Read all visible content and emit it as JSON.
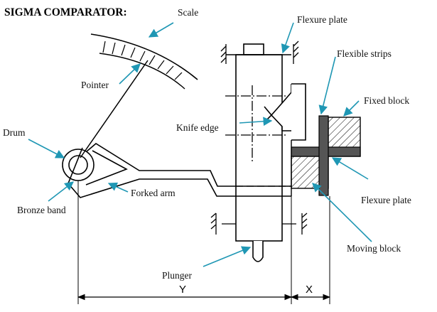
{
  "title": "SIGMA COMPARATOR:",
  "labels": {
    "scale": "Scale",
    "flexure_plate_top": "Flexure plate",
    "flexible_strips": "Flexible strips",
    "pointer": "Pointer",
    "fixed_block": "Fixed block",
    "knife_edge": "Knife edge",
    "drum": "Drum",
    "forked_arm": "Forked arm",
    "flexure_plate_right": "Flexure plate",
    "bronze_band": "Bronze band",
    "moving_block": "Moving block",
    "plunger": "Plunger",
    "dim_y": "Y",
    "dim_x": "X"
  },
  "colors": {
    "line": "#000000",
    "arrow": "#1f97b4",
    "plate": "#555555"
  }
}
